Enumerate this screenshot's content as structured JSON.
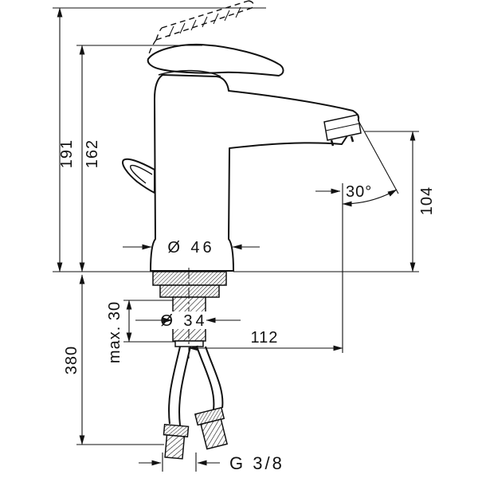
{
  "labels": {
    "total_height": "191",
    "body_height": "162",
    "outlet_height": "104",
    "outlet_angle": "30°",
    "base_diameter": "Ø 46",
    "shank_diameter": "Ø 34",
    "spout_reach": "112",
    "max_mounting_thickness": "max. 30",
    "hose_length": "380",
    "hose_thread": "G 3/8"
  },
  "colors": {
    "background": "#ffffff",
    "line": "#111111"
  }
}
